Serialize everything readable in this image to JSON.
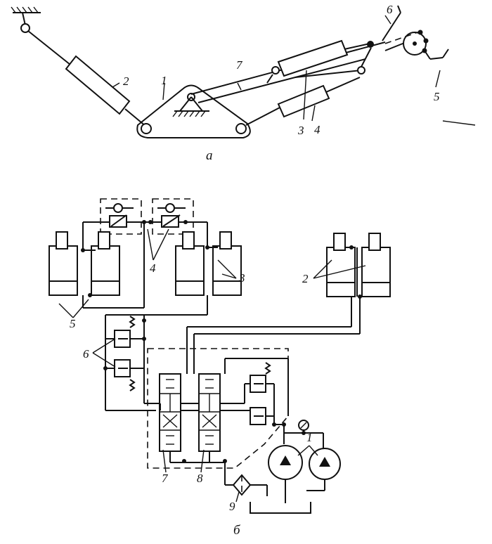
{
  "figure_a": {
    "caption": "а",
    "labels": {
      "n1": "1",
      "n2": "2",
      "n3": "3",
      "n4": "4",
      "n5": "5",
      "n6": "6",
      "n7": "7"
    }
  },
  "figure_b": {
    "caption": "б",
    "labels": {
      "n1": "1",
      "n2": "2",
      "n3": "3",
      "n4": "4",
      "n5": "5",
      "n6": "6",
      "n7": "7",
      "n8": "8",
      "n9": "9"
    }
  }
}
